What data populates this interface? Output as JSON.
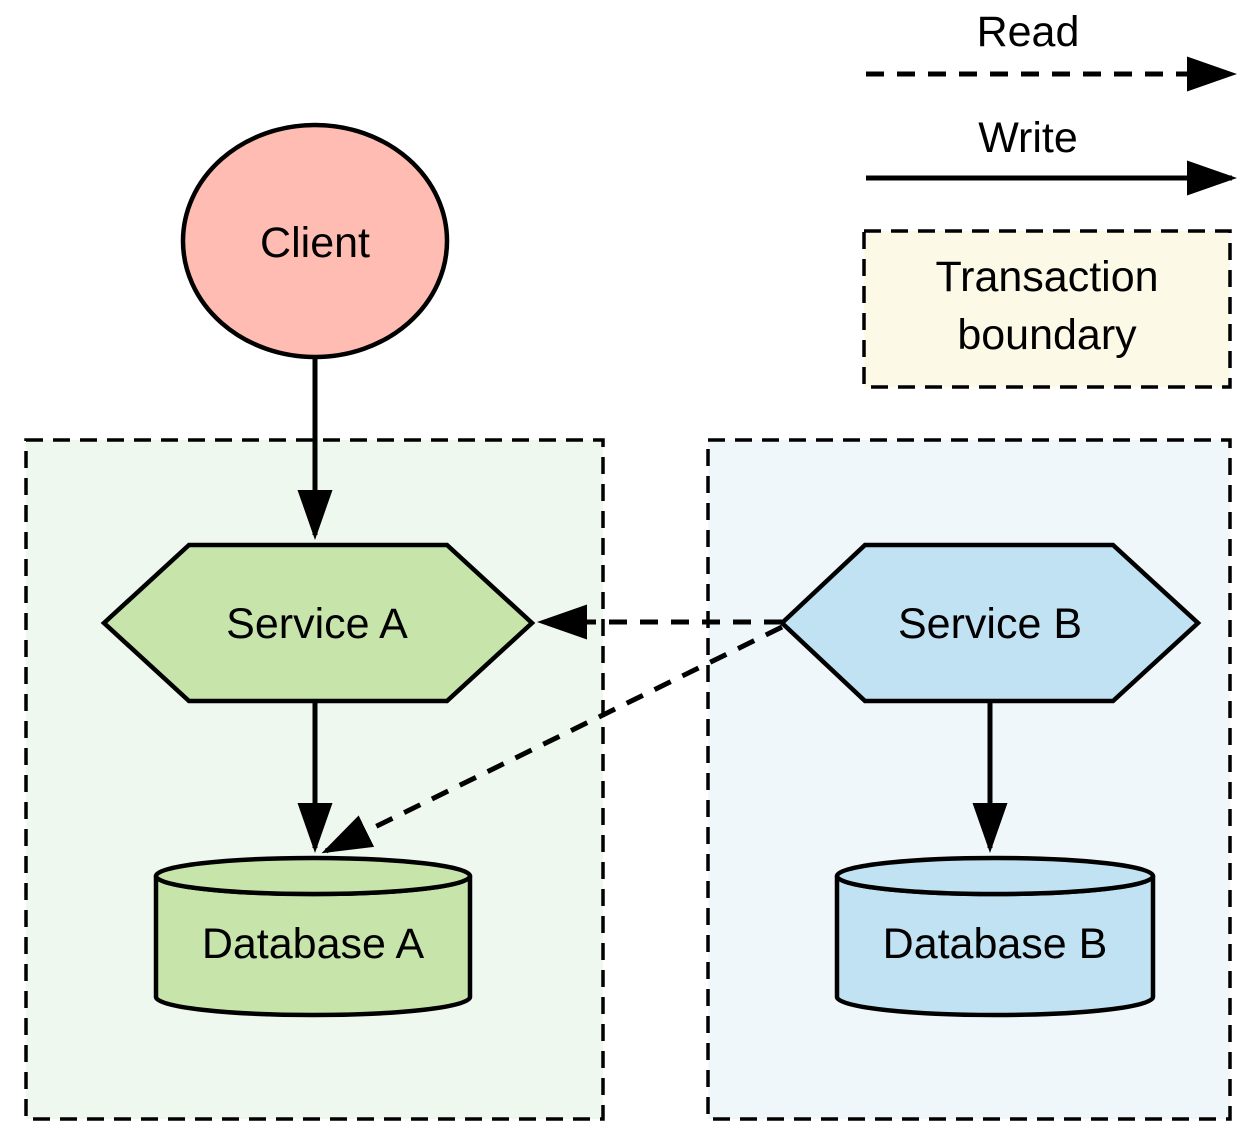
{
  "legend": {
    "read": {
      "label": "Read",
      "line_style": "dashed"
    },
    "write": {
      "label": "Write",
      "line_style": "solid"
    },
    "transaction_boundary": {
      "label_line1": "Transaction",
      "label_line2": "boundary",
      "fill": "#fdf9e7"
    }
  },
  "boundaries": {
    "service_a_boundary": {
      "fill": "#eff8ee"
    },
    "service_b_boundary": {
      "fill": "#f0f7fb"
    }
  },
  "nodes": {
    "client": {
      "label": "Client",
      "shape": "ellipse",
      "fill": "#ffbcb2"
    },
    "service_a": {
      "label": "Service A",
      "shape": "hexagon",
      "fill": "#c7e5ab"
    },
    "database_a": {
      "label": "Database A",
      "shape": "cylinder",
      "fill": "#c7e5ab"
    },
    "service_b": {
      "label": "Service B",
      "shape": "hexagon",
      "fill": "#c0e2f3"
    },
    "database_b": {
      "label": "Database B",
      "shape": "cylinder",
      "fill": "#c0e2f3"
    }
  },
  "edges": [
    {
      "from": "client",
      "to": "service_a",
      "type": "write"
    },
    {
      "from": "service_a",
      "to": "database_a",
      "type": "write"
    },
    {
      "from": "service_b",
      "to": "database_b",
      "type": "write"
    },
    {
      "from": "service_b",
      "to": "service_a",
      "type": "read"
    },
    {
      "from": "service_b",
      "to": "database_a",
      "type": "read"
    }
  ],
  "colors": {
    "stroke": "#000000",
    "background": "#ffffff"
  }
}
